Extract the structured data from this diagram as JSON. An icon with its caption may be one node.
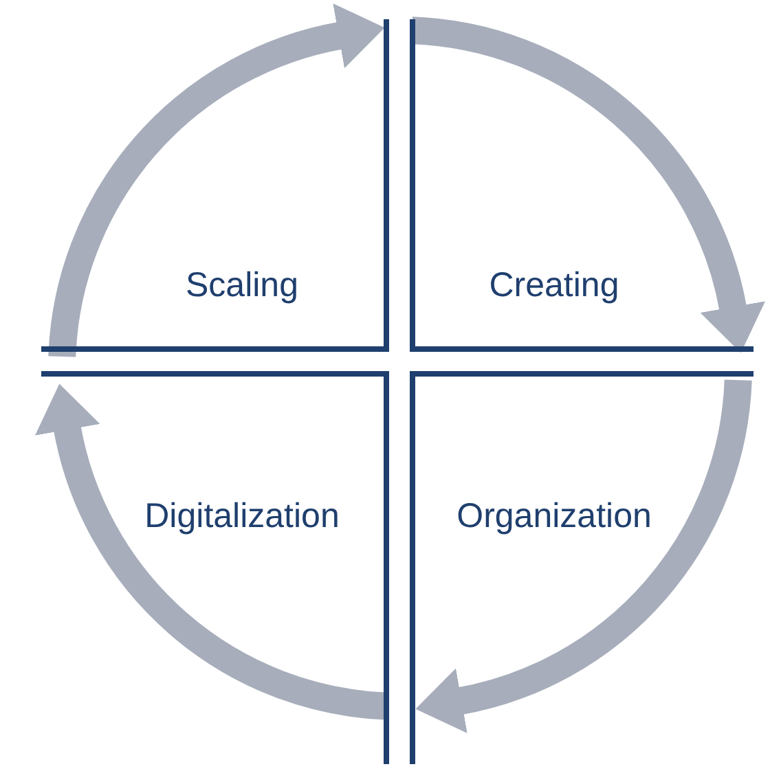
{
  "diagram": {
    "nodes": [
      {
        "text": [
          "Scaling"
        ]
      },
      {
        "text": [
          "Creating"
        ]
      },
      {
        "text": [
          "Digitalization"
        ]
      },
      {
        "text": [
          "Organization"
        ]
      }
    ],
    "edges": [
      {
        "from": 0,
        "to": 1,
        "arrow": "to"
      },
      {
        "from": 1,
        "to": 3,
        "arrow": "to"
      },
      {
        "from": 3,
        "to": 2,
        "arrow": "to"
      },
      {
        "from": 2,
        "to": 0,
        "arrow": "to"
      }
    ]
  }
}
